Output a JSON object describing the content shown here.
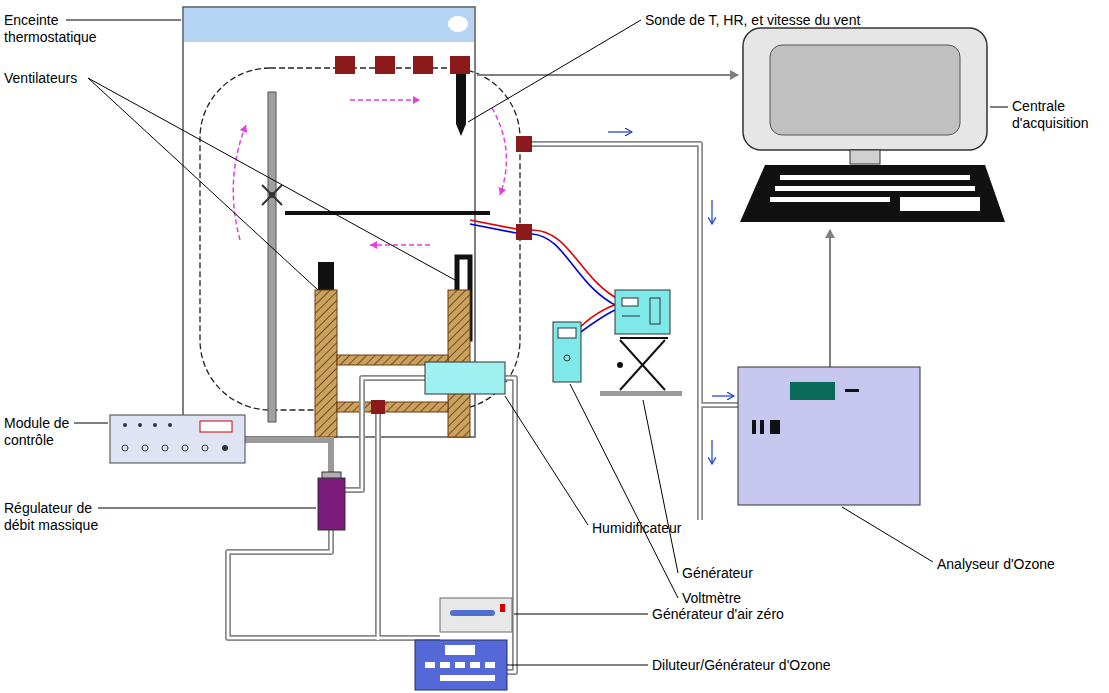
{
  "diagram": {
    "labels": [
      "Enceinte thermostatique",
      "Ventilateurs",
      "Sonde de T, HR, et vitesse du vent",
      "Centrale d'acquisition",
      "Analyseur d'Ozone",
      "Générateur",
      "Voltmètre",
      "Module de contrôle",
      "Régulateur de débit massique",
      "Humidificateur",
      "Générateur d'air zéro",
      "Diluteur/Générateur d'Ozone"
    ]
  }
}
